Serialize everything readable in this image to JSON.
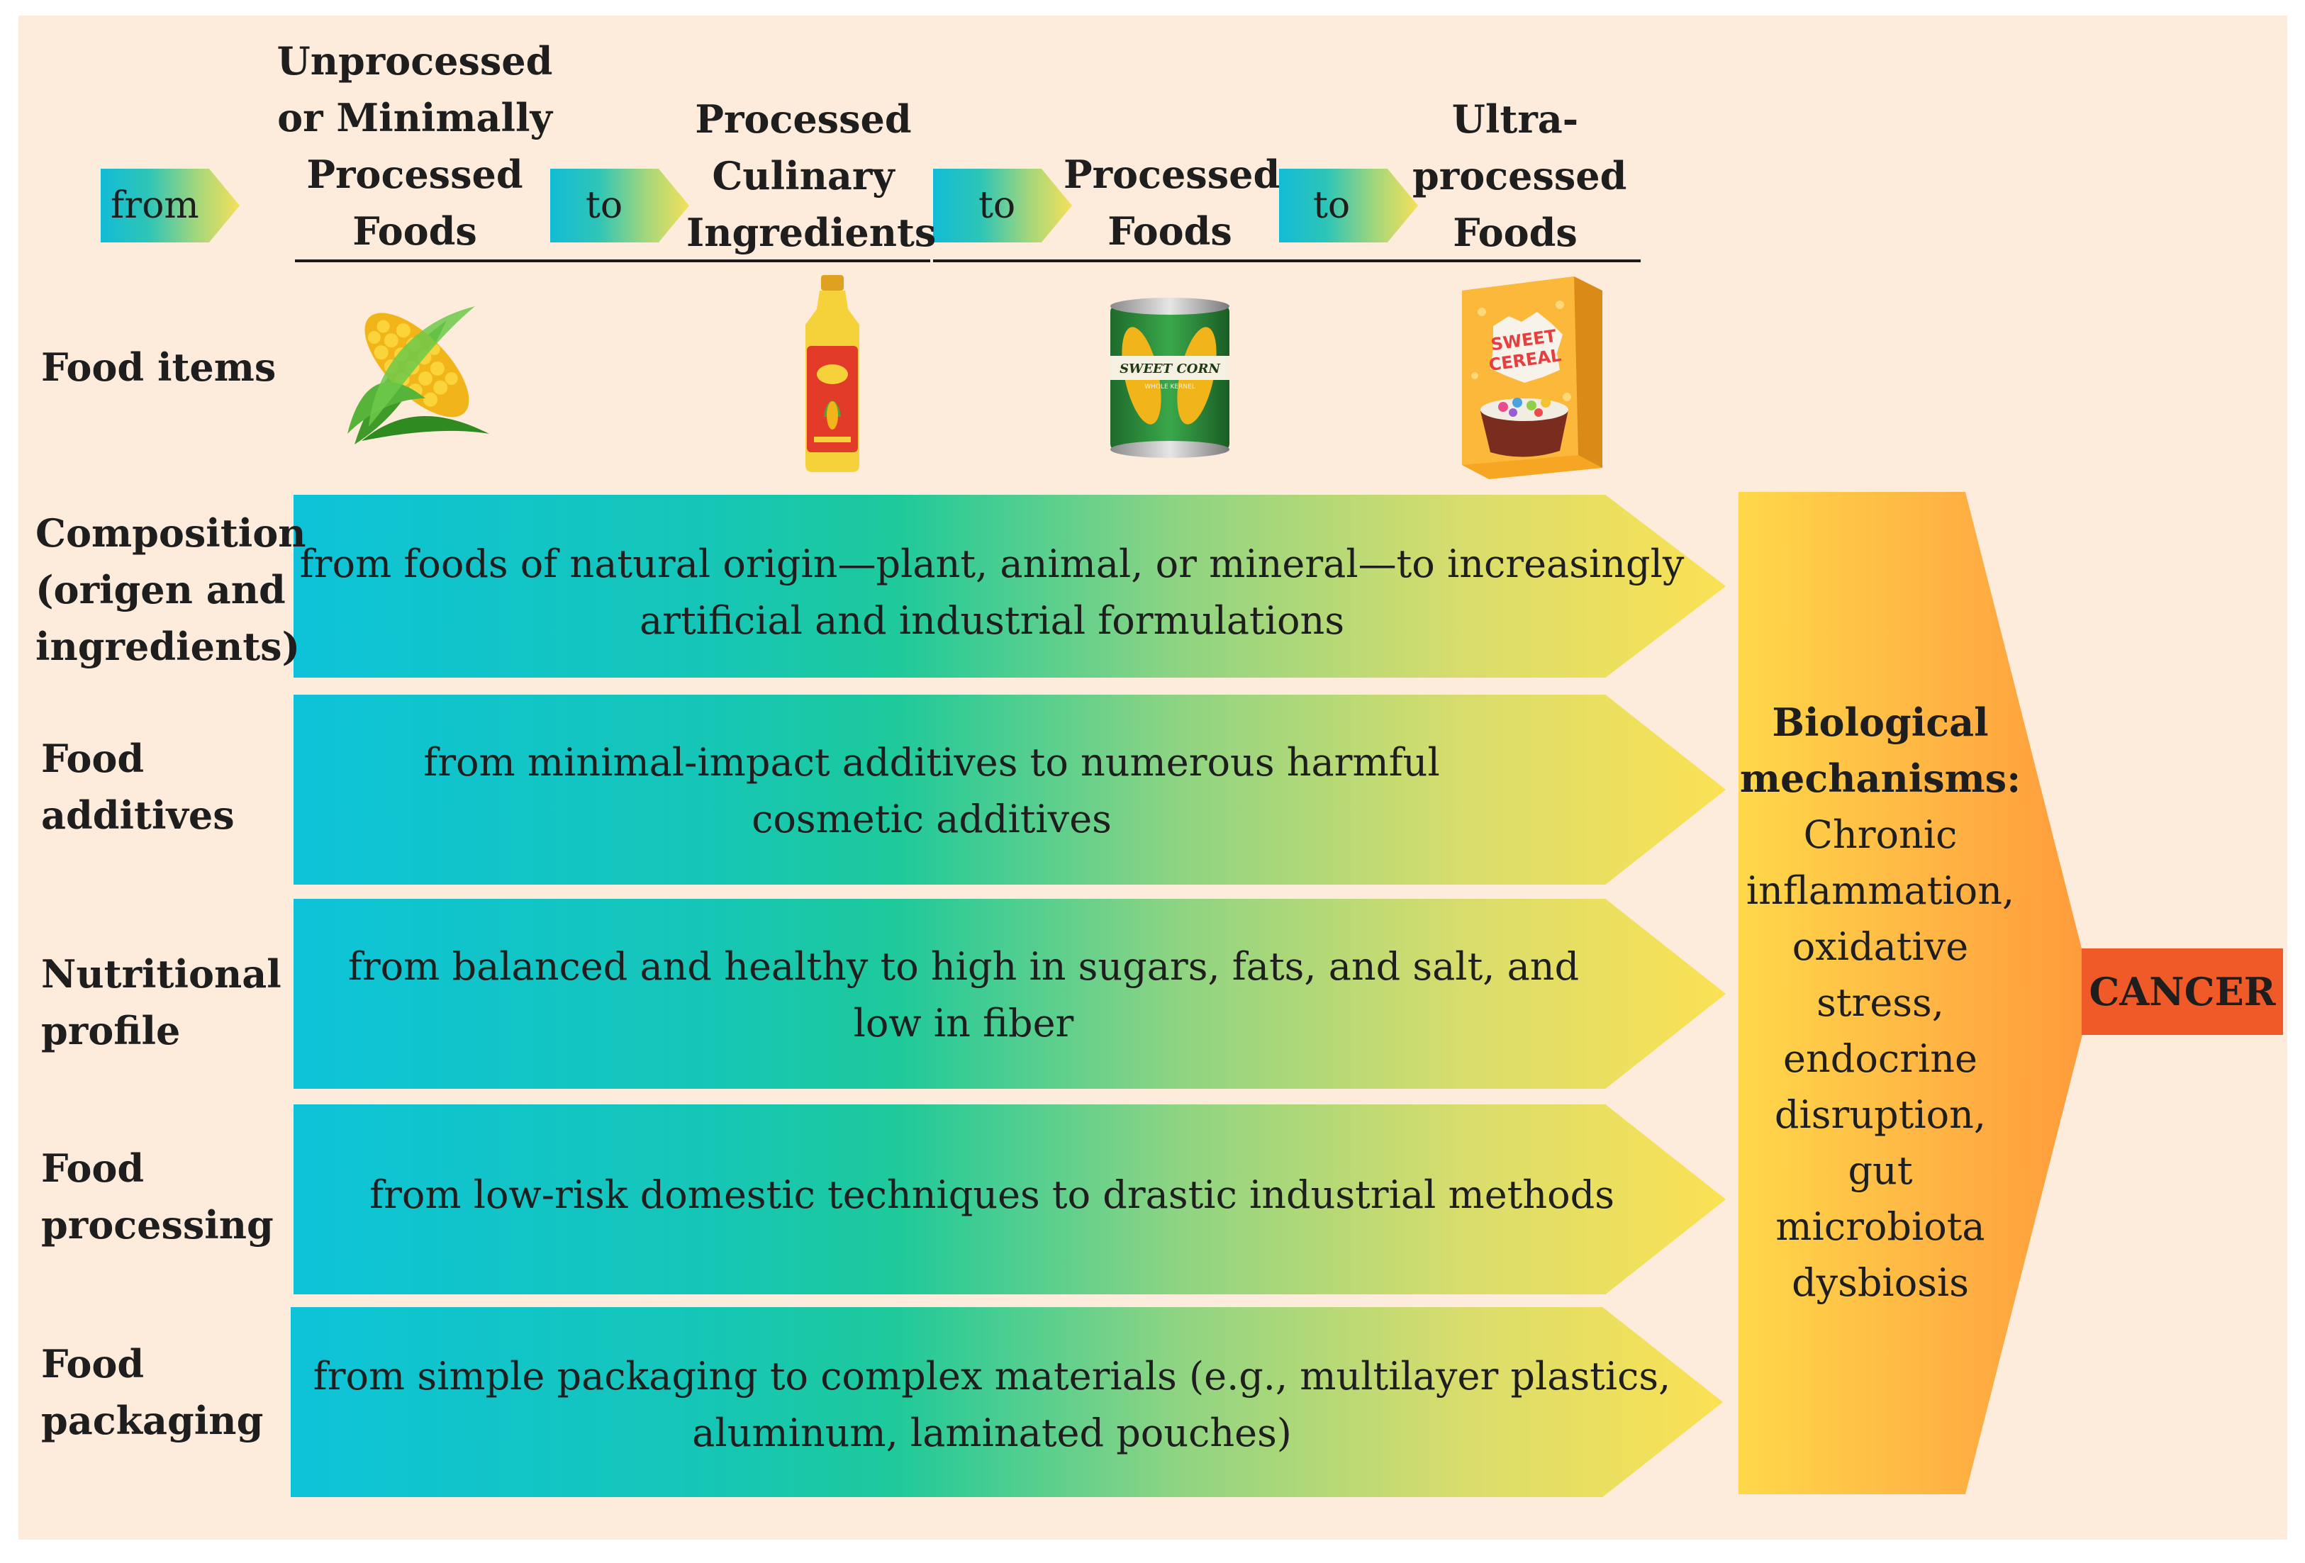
{
  "connectors": {
    "from": "from",
    "to1": "to",
    "to2": "to",
    "to3": "to"
  },
  "stages": [
    {
      "lines": [
        "Unprocessed",
        "or Minimally",
        "Processed",
        "Foods"
      ]
    },
    {
      "lines": [
        "Processed",
        "Culinary",
        "Ingredients"
      ]
    },
    {
      "lines": [
        "Processed",
        "Foods"
      ]
    },
    {
      "lines": [
        "Ultra-",
        "processed",
        "Foods"
      ]
    }
  ],
  "food_items_label": "Food items",
  "food_item_icons": [
    "corn-cob-icon",
    "oil-bottle-icon",
    "sweet-corn-can-icon",
    "cereal-box-icon"
  ],
  "icon_text": {
    "can_label": "SWEET CORN",
    "can_sub": "WHOLE KERNEL",
    "cereal_line1": "SWEET",
    "cereal_line2": "CEREAL"
  },
  "rows": [
    {
      "label": [
        "Composition",
        "(origen and",
        "ingredients)"
      ],
      "text": [
        "from foods of natural origin—plant, animal, or mineral—to increasingly",
        "artificial and industrial formulations"
      ]
    },
    {
      "label": [
        "Food",
        "additives"
      ],
      "text": [
        "from minimal-impact additives to numerous harmful",
        "cosmetic additives"
      ]
    },
    {
      "label": [
        "Nutritional",
        "profile"
      ],
      "text": [
        "from balanced and healthy to high in sugars, fats, and salt, and",
        "low in fiber"
      ]
    },
    {
      "label": [
        "Food",
        "processing"
      ],
      "text": [
        "from low-risk domestic techniques to drastic industrial methods"
      ]
    },
    {
      "label": [
        "Food",
        "packaging"
      ],
      "text": [
        "from simple packaging to complex materials (e.g., multilayer plastics,",
        "aluminum, laminated pouches)"
      ]
    }
  ],
  "mechanisms": {
    "title": [
      "Biological",
      "mechanisms:"
    ],
    "items": [
      "Chronic",
      "inflammation,",
      "oxidative",
      "stress,",
      "endocrine",
      "disruption,",
      "gut",
      "microbiota",
      "dysbiosis"
    ]
  },
  "outcome": "CANCER",
  "colors": {
    "background": "#fdebdc",
    "gradient_start": "#0ec3d9",
    "gradient_mid": "#1ec99b",
    "gradient_end": "#fbe154",
    "mechanism_start": "#ffd84a",
    "mechanism_end": "#ff9a3b",
    "cancer_box": "#f05a28"
  }
}
